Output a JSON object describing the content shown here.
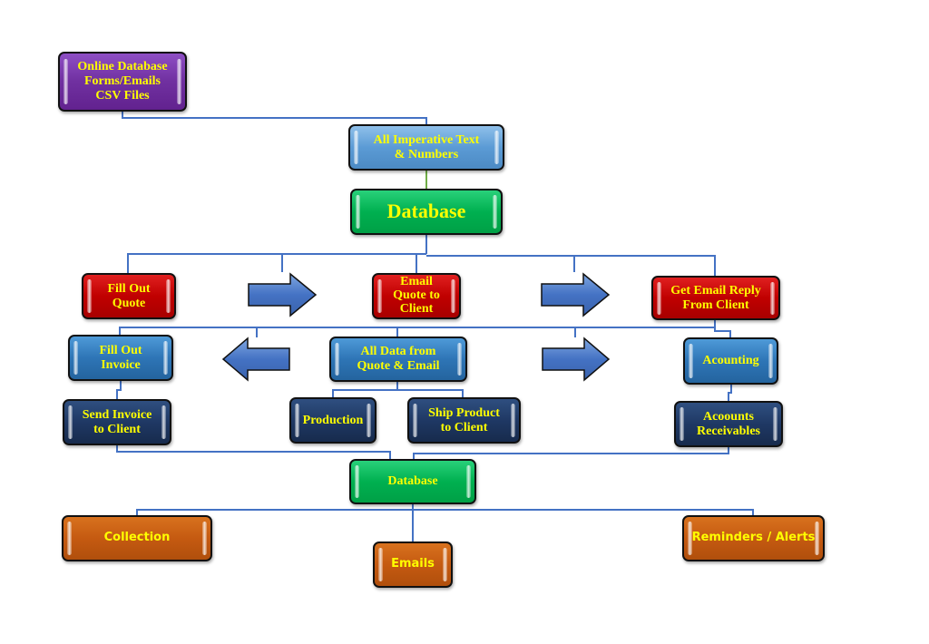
{
  "diagram": {
    "nodes": {
      "sources": {
        "lines": [
          "Online Database",
          "Forms/Emails",
          "CSV Files"
        ]
      },
      "imperative": {
        "lines": [
          "All Imperative Text",
          "& Numbers"
        ]
      },
      "database_main": {
        "lines": [
          "Database"
        ]
      },
      "fill_quote": {
        "lines": [
          "Fill Out",
          "Quote"
        ]
      },
      "email_quote": {
        "lines": [
          "Email",
          "Quote to",
          "Client"
        ]
      },
      "email_reply": {
        "lines": [
          "Get Email Reply",
          "From Client"
        ]
      },
      "fill_invoice": {
        "lines": [
          "Fill Out",
          "Invoice"
        ]
      },
      "all_data": {
        "lines": [
          "All Data from",
          "Quote & Email"
        ]
      },
      "accounting": {
        "lines": [
          "Acounting"
        ]
      },
      "send_invoice": {
        "lines": [
          "Send Invoice",
          "to Client"
        ]
      },
      "production": {
        "lines": [
          "Production"
        ]
      },
      "ship_product": {
        "lines": [
          "Ship Product",
          "to Client"
        ]
      },
      "receivables": {
        "lines": [
          "Acoounts",
          "Receivables"
        ]
      },
      "database_bottom": {
        "lines": [
          "Database"
        ]
      },
      "collection": {
        "lines": [
          "Collection"
        ]
      },
      "emails": {
        "lines": [
          "Emails"
        ]
      },
      "reminders": {
        "lines": [
          "Reminders / Alerts"
        ]
      }
    },
    "arrows": [
      {
        "id": "arrow-quote-to-email",
        "direction": "right"
      },
      {
        "id": "arrow-email-to-reply",
        "direction": "right"
      },
      {
        "id": "arrow-data-to-invoice",
        "direction": "left"
      },
      {
        "id": "arrow-data-to-accounting",
        "direction": "right"
      }
    ],
    "colors": {
      "connector": "#4472c4",
      "connector_green": "#70ad47",
      "text": "#ffff00",
      "purple": "#7030a0",
      "light_blue": "#5b9bd5",
      "green": "#00b050",
      "red": "#c00000",
      "medium_blue": "#2e75b6",
      "navy": "#1f3864",
      "orange": "#c55a11",
      "arrow_fill": "#4472c4"
    }
  }
}
